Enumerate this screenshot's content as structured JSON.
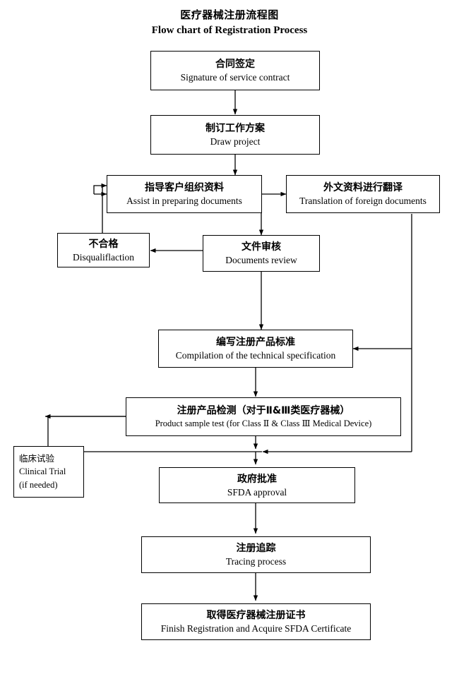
{
  "title": {
    "cn": "医疗器械注册流程图",
    "en": "Flow chart of Registration Process"
  },
  "nodes": [
    {
      "id": "contract",
      "cn": "合同签定",
      "en": "Signature of service contract"
    },
    {
      "id": "draw-project",
      "cn": "制订工作方案",
      "en": "Draw project"
    },
    {
      "id": "assist",
      "cn": "指导客户组织资料",
      "en": "Assist in preparing documents"
    },
    {
      "id": "translation",
      "cn": "外文资料进行翻译",
      "en": "Translation of foreign documents"
    },
    {
      "id": "disqualified",
      "cn": "不合格",
      "en": "Disqualiflaction"
    },
    {
      "id": "doc-review",
      "cn": "文件审核",
      "en": "Documents review"
    },
    {
      "id": "tech-spec",
      "cn": "编写注册产品标准",
      "en": "Compilation of the technical specification"
    },
    {
      "id": "sample-test",
      "cn": "注册产品检测（对于Ⅱ&Ⅲ类医疗器械）",
      "en": "Product sample test (for Class  Ⅱ & Class  Ⅲ  Medical Device)"
    },
    {
      "id": "clinical",
      "cn": "临床试验",
      "en": "Clinical Trial",
      "en2": "(if needed)"
    },
    {
      "id": "sfda-approval",
      "cn": "政府批准",
      "en": "SFDA approval"
    },
    {
      "id": "tracing",
      "cn": "注册追踪",
      "en": "Tracing process"
    },
    {
      "id": "finish",
      "cn": "取得医疗器械注册证书",
      "en": "Finish Registration and Acquire SFDA Certificate"
    }
  ],
  "colors": {
    "background": "#ffffff",
    "stroke": "#000000",
    "text": "#000000"
  }
}
